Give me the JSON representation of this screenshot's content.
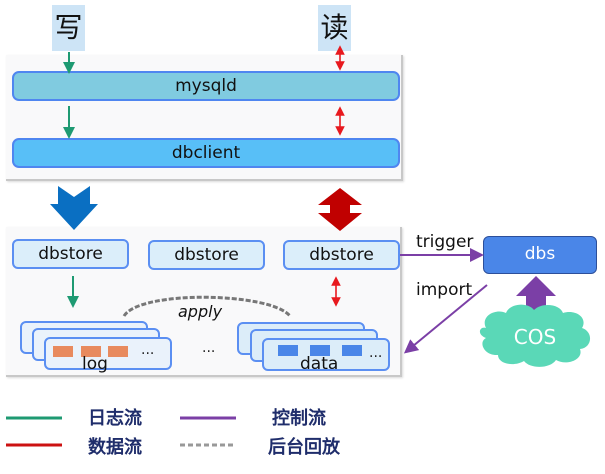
{
  "operations": {
    "write": "写",
    "read": "读"
  },
  "compute_layer": {
    "mysqld": "mysqld",
    "dbclient": "dbclient"
  },
  "storage_layer": {
    "dbstores": [
      "dbstore",
      "dbstore",
      "dbstore"
    ],
    "apply_label": "apply",
    "log_label": "log",
    "data_label": "data",
    "ellipsis": "...",
    "middle_ellipsis": "..."
  },
  "backup": {
    "dbs": "dbs",
    "cos": "COS",
    "trigger_label": "trigger",
    "import_label": "import"
  },
  "legend": {
    "items": [
      {
        "label": "日志流",
        "color": "#1e9a72",
        "style": "solid"
      },
      {
        "label": "控制流",
        "color": "#7b3fa6",
        "style": "solid"
      },
      {
        "label": "数据流",
        "color": "#cc1111",
        "style": "solid"
      },
      {
        "label": "后台回放",
        "color": "#999999",
        "style": "dashed"
      }
    ]
  },
  "colors": {
    "log_flow": "#1e9a72",
    "data_flow": "#e8191e",
    "control_flow": "#7b3fa6",
    "big_write_arrow": "#0a6fc2",
    "big_read_arrow": "#c00000",
    "mysqld_fill": "#80cbe0",
    "dbclient_fill": "#58bff7",
    "cos_fill": "#5ad8b7"
  }
}
